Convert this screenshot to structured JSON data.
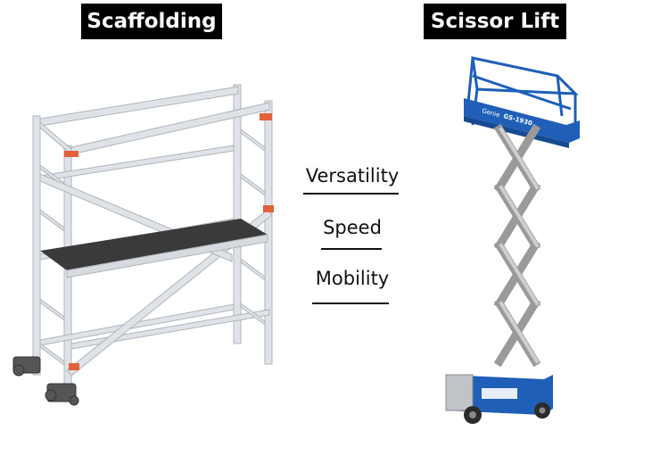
{
  "titles": {
    "left": "Scaffolding",
    "right": "Scissor Lift"
  },
  "features": [
    "Versatility",
    "Speed",
    "Mobility"
  ],
  "lift_brand": {
    "logo": "Genie",
    "model": "GS-1930"
  },
  "colors": {
    "title_bg": "#000000",
    "title_fg": "#ffffff",
    "aluminum": "#d7dbe0",
    "orange_clip": "#e0613a",
    "lift_blue": "#1f5fb8",
    "scissor_gray": "#b8b8b8",
    "deck": "#3a3a3a"
  }
}
